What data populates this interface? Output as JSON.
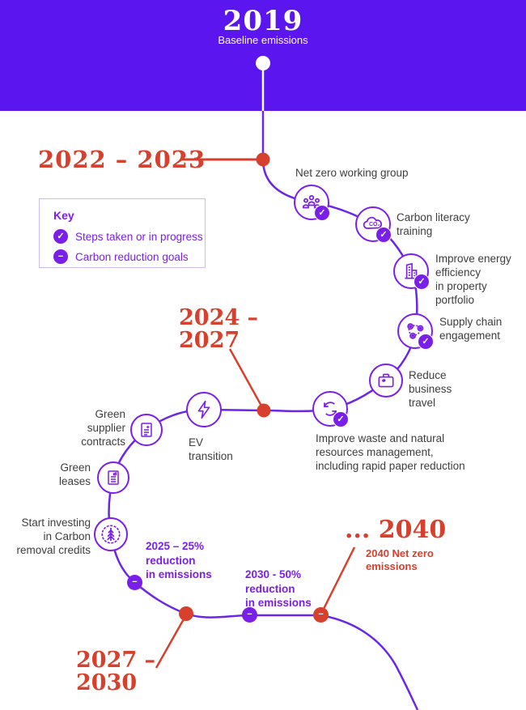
{
  "header": {
    "year": "2019",
    "subtitle": "Baseline emissions"
  },
  "key": {
    "title": "Key",
    "items": [
      {
        "icon": "check-badge",
        "label": "Steps taken or in progress"
      },
      {
        "icon": "minus-badge",
        "label": "Carbon reduction goals"
      }
    ]
  },
  "periods": [
    {
      "id": "2022-2023",
      "text": "2022 – 2023"
    },
    {
      "id": "2024-2027",
      "text": "2024 –\n2027"
    },
    {
      "id": "2027-2030",
      "text": "2027 –\n2030"
    },
    {
      "id": "2040",
      "text": "... 2040"
    }
  ],
  "netzero_note": "2040 Net zero\nemissions",
  "milestones": [
    {
      "label": "Net zero working group",
      "icon": "people-group",
      "status": "done"
    },
    {
      "label": "Carbon literacy\ntraining",
      "icon": "co2-cloud",
      "status": "done"
    },
    {
      "label": "Improve energy\nefficiency\nin property\nportfolio",
      "icon": "building",
      "status": "done"
    },
    {
      "label": "Supply chain\nengagement",
      "icon": "network",
      "status": "done"
    },
    {
      "label": "Reduce\nbusiness\ntravel",
      "icon": "briefcase",
      "status": "planned"
    },
    {
      "label": "Improve waste and natural\nresources management,\nincluding rapid paper reduction",
      "icon": "recycle",
      "status": "done"
    },
    {
      "label": "EV\ntransition",
      "icon": "lightning-bolt",
      "status": "planned"
    },
    {
      "label": "Green\nsupplier\ncontracts",
      "icon": "contract-document",
      "status": "planned"
    },
    {
      "label": "Green\nleases",
      "icon": "lease-document",
      "status": "planned"
    },
    {
      "label": "Start investing\nin Carbon\nremoval credits",
      "icon": "pine-tree",
      "status": "planned"
    }
  ],
  "goals": [
    {
      "text": "2025 – 25%\nreduction\nin emissions"
    },
    {
      "text": "2030 - 50%\nreduction\nin emissions"
    }
  ],
  "glyphs": {
    "check": "✓",
    "minus": "−"
  },
  "colors": {
    "band_purple": "#5b15ee",
    "path_purple": "#6a26e9",
    "accent_purple": "#7a1fea",
    "accent_red": "#d6402c",
    "text_gray": "#3d3d3d"
  }
}
